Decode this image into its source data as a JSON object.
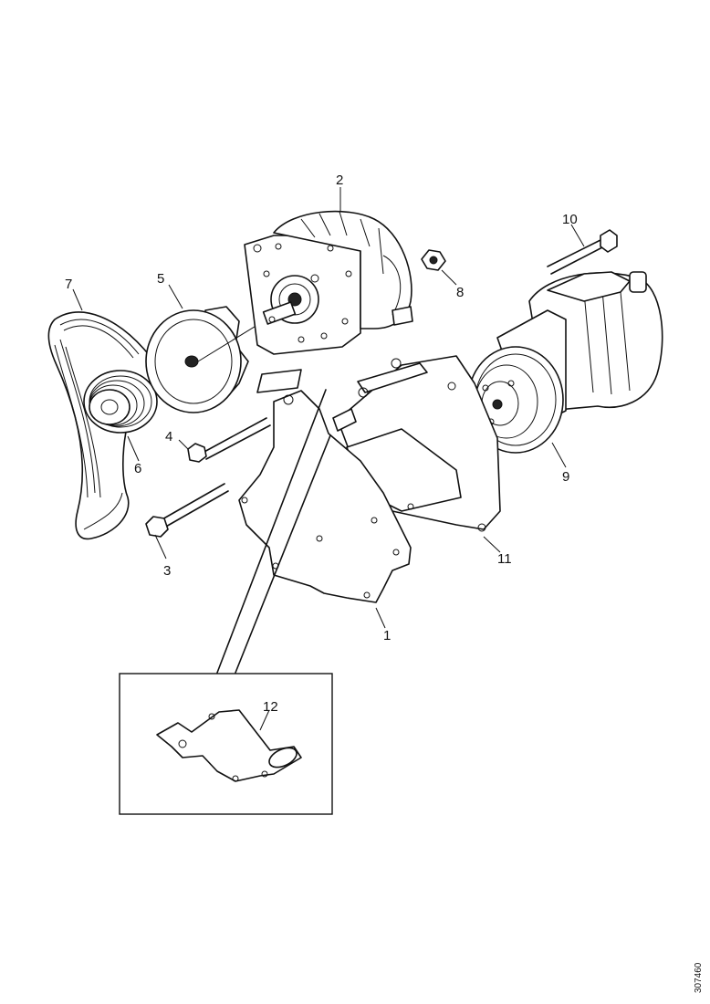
{
  "callouts": {
    "c1": "1",
    "c2": "2",
    "c3": "3",
    "c4": "4",
    "c5": "5",
    "c6": "6",
    "c7": "7",
    "c8": "8",
    "c9": "9",
    "c10": "10",
    "c11": "11",
    "c12": "12"
  },
  "reference_number": "307460",
  "icons": [
    "engine-plate",
    "alternator",
    "bolt",
    "pulley",
    "drive-belt",
    "nut",
    "ac-compressor",
    "bracket"
  ]
}
